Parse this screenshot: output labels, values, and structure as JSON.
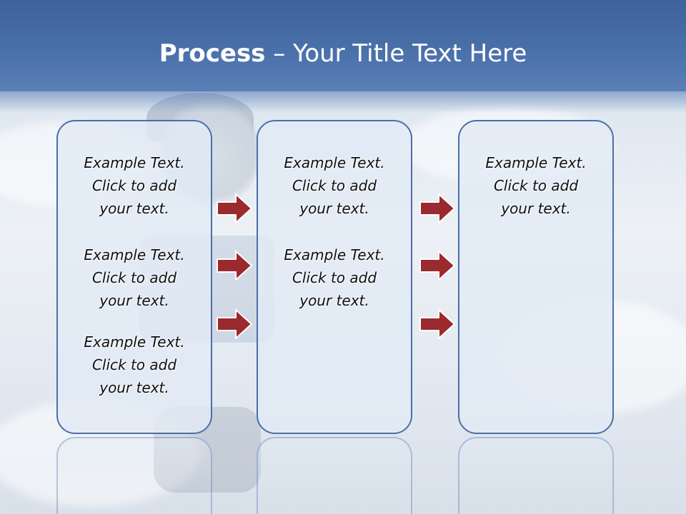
{
  "title": {
    "bold": "Process",
    "rest": " – Your Title Text Here"
  },
  "columns": [
    {
      "items": [
        [
          "Example Text.",
          "Click  to add",
          "your text."
        ],
        [
          "Example Text.",
          "Click  to add",
          "your text."
        ],
        [
          "Example Text.",
          "Click  to add",
          "your text."
        ]
      ]
    },
    {
      "items": [
        [
          "Example Text.",
          "Click  to add",
          "your text."
        ],
        [
          "Example Text.",
          "Click  to add",
          "your text."
        ]
      ]
    },
    {
      "items": [
        [
          "Example Text.",
          "Click  to add",
          "your text."
        ]
      ]
    }
  ],
  "colors": {
    "title_band": "#4a70aa",
    "box_border": "#4a6fa8",
    "arrow_fill": "#9b2a2e"
  },
  "icons": [
    "arrow-right-icon"
  ]
}
